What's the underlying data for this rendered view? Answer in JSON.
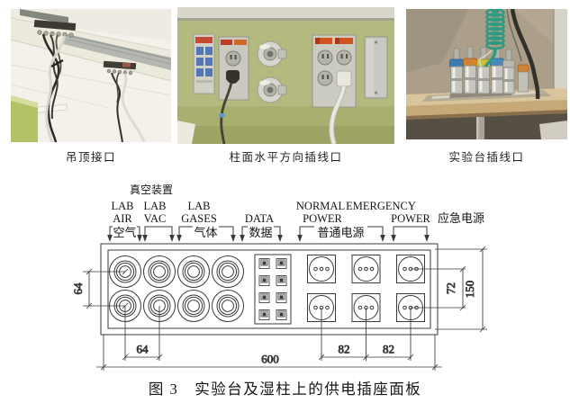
{
  "photos": [
    {
      "caption": "吊顶接口"
    },
    {
      "caption": "柱面水平方向插线口"
    },
    {
      "caption": "实验台插线口"
    }
  ],
  "panel_diagram": {
    "vacuum_label": "真空装置",
    "groups": [
      {
        "en1": "LAB",
        "en2": "AIR",
        "cn": "空气"
      },
      {
        "en1": "LAB",
        "en2": "VAC",
        "cn": ""
      },
      {
        "en1": "LAB",
        "en2": "GASES",
        "cn": "气体"
      },
      {
        "en1": "",
        "en2": "DATA",
        "cn": "数据"
      },
      {
        "en1": "NORMAL",
        "en2": "POWER",
        "cn": "普通电源"
      },
      {
        "en1": "EMERGENCY",
        "en2": "POWER",
        "cn": "应急电源"
      }
    ],
    "dimensions": {
      "circle_row_spacing": "64",
      "circle_col_spacing": "64",
      "panel_width": "600",
      "outlet_spacing_left": "82",
      "outlet_spacing_right": "82",
      "outlet_row_spacing": "72",
      "panel_height": "150"
    }
  },
  "figure_caption": "图 3　实验台及湿柱上的供电插座面板"
}
